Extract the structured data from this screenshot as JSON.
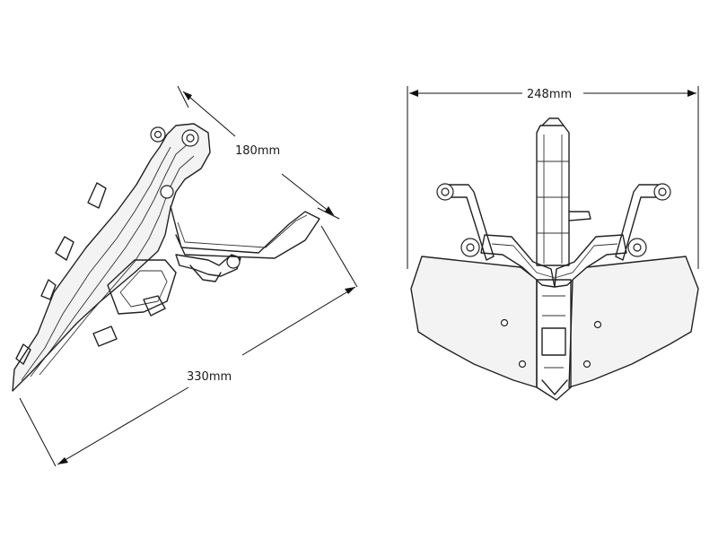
{
  "dimensions": {
    "side_height": "180mm",
    "side_length": "330mm",
    "rear_width": "248mm"
  },
  "colors": {
    "line": "#222222",
    "plate_fill": "#f3f3f3",
    "background": "#ffffff"
  }
}
